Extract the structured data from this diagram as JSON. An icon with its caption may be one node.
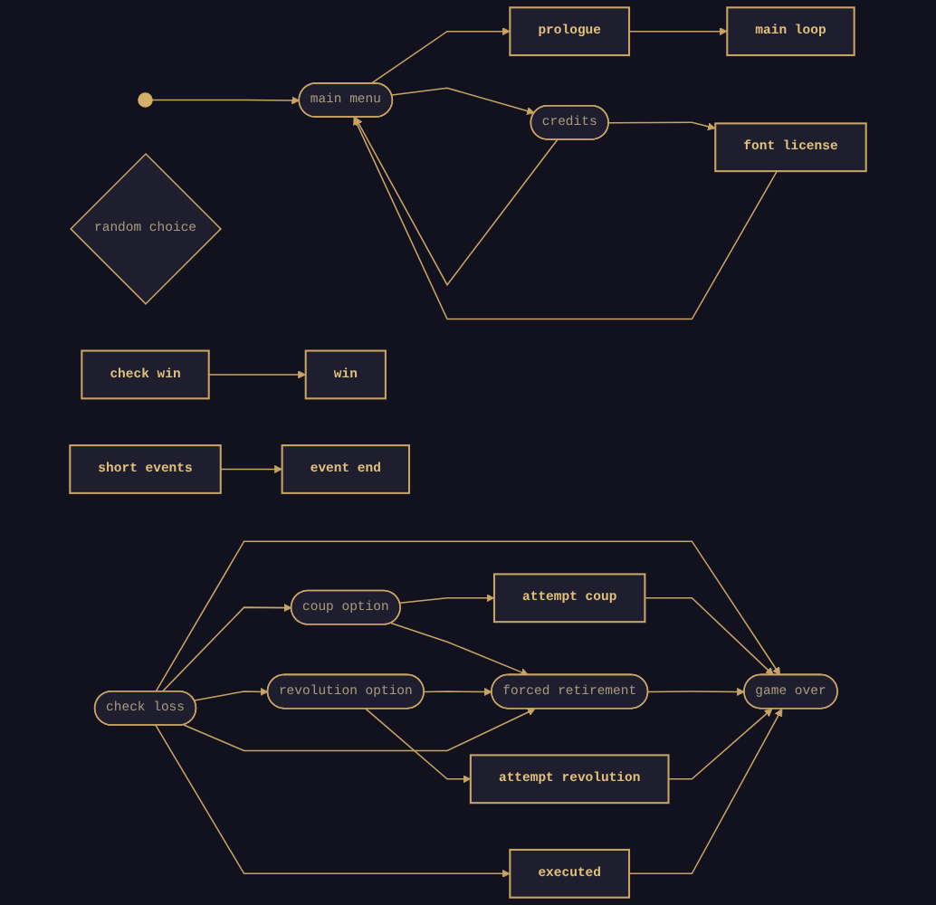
{
  "diagram": {
    "nodes": [
      {
        "text": [],
        "shape": "circle"
      },
      {
        "text": [
          "main menu"
        ]
      },
      {
        "text": [
          "prologue"
        ]
      },
      {
        "text": [
          "main loop"
        ]
      },
      {
        "text": [
          "credits"
        ]
      },
      {
        "text": [
          "font license"
        ]
      },
      {
        "text": [
          "random choice"
        ]
      },
      {
        "text": [
          "check win"
        ]
      },
      {
        "text": [
          "win"
        ]
      },
      {
        "text": [
          "short events"
        ]
      },
      {
        "text": [
          "event end"
        ]
      },
      {
        "text": [
          "check loss"
        ]
      },
      {
        "text": [
          "coup option"
        ]
      },
      {
        "text": [
          "revolution option"
        ]
      },
      {
        "text": [
          "attempt coup"
        ]
      },
      {
        "text": [
          "forced retirement"
        ]
      },
      {
        "text": [
          "attempt revolution"
        ]
      },
      {
        "text": [
          "executed"
        ]
      },
      {
        "text": [
          "game over"
        ]
      }
    ],
    "edges": [
      {
        "from": 0,
        "to": 1,
        "arrow": "to"
      },
      {
        "from": 1,
        "to": 2,
        "arrow": "to"
      },
      {
        "from": 2,
        "to": 3,
        "arrow": "to"
      },
      {
        "from": 1,
        "to": 4,
        "arrow": "to"
      },
      {
        "from": 4,
        "to": 1,
        "arrow": "to"
      },
      {
        "from": 4,
        "to": 5,
        "arrow": "to"
      },
      {
        "from": 5,
        "to": 1,
        "arrow": "to"
      },
      {
        "from": 7,
        "to": 8,
        "arrow": "to"
      },
      {
        "from": 9,
        "to": 10,
        "arrow": "to"
      },
      {
        "from": 11,
        "to": 12,
        "arrow": "to"
      },
      {
        "from": 11,
        "to": 13,
        "arrow": "to"
      },
      {
        "from": 12,
        "to": 14,
        "arrow": "to"
      },
      {
        "from": 12,
        "to": 15,
        "arrow": "to"
      },
      {
        "from": 13,
        "to": 15,
        "arrow": "to"
      },
      {
        "from": 13,
        "to": 16,
        "arrow": "to"
      },
      {
        "from": 11,
        "to": 15,
        "arrow": "to"
      },
      {
        "from": 11,
        "to": 17,
        "arrow": "to"
      },
      {
        "from": 11,
        "to": 18,
        "arrow": "to"
      },
      {
        "from": 14,
        "to": 18,
        "arrow": "to"
      },
      {
        "from": 15,
        "to": 18,
        "arrow": "to"
      },
      {
        "from": 16,
        "to": 18,
        "arrow": "to"
      },
      {
        "from": 17,
        "to": 18,
        "arrow": "to"
      }
    ]
  }
}
